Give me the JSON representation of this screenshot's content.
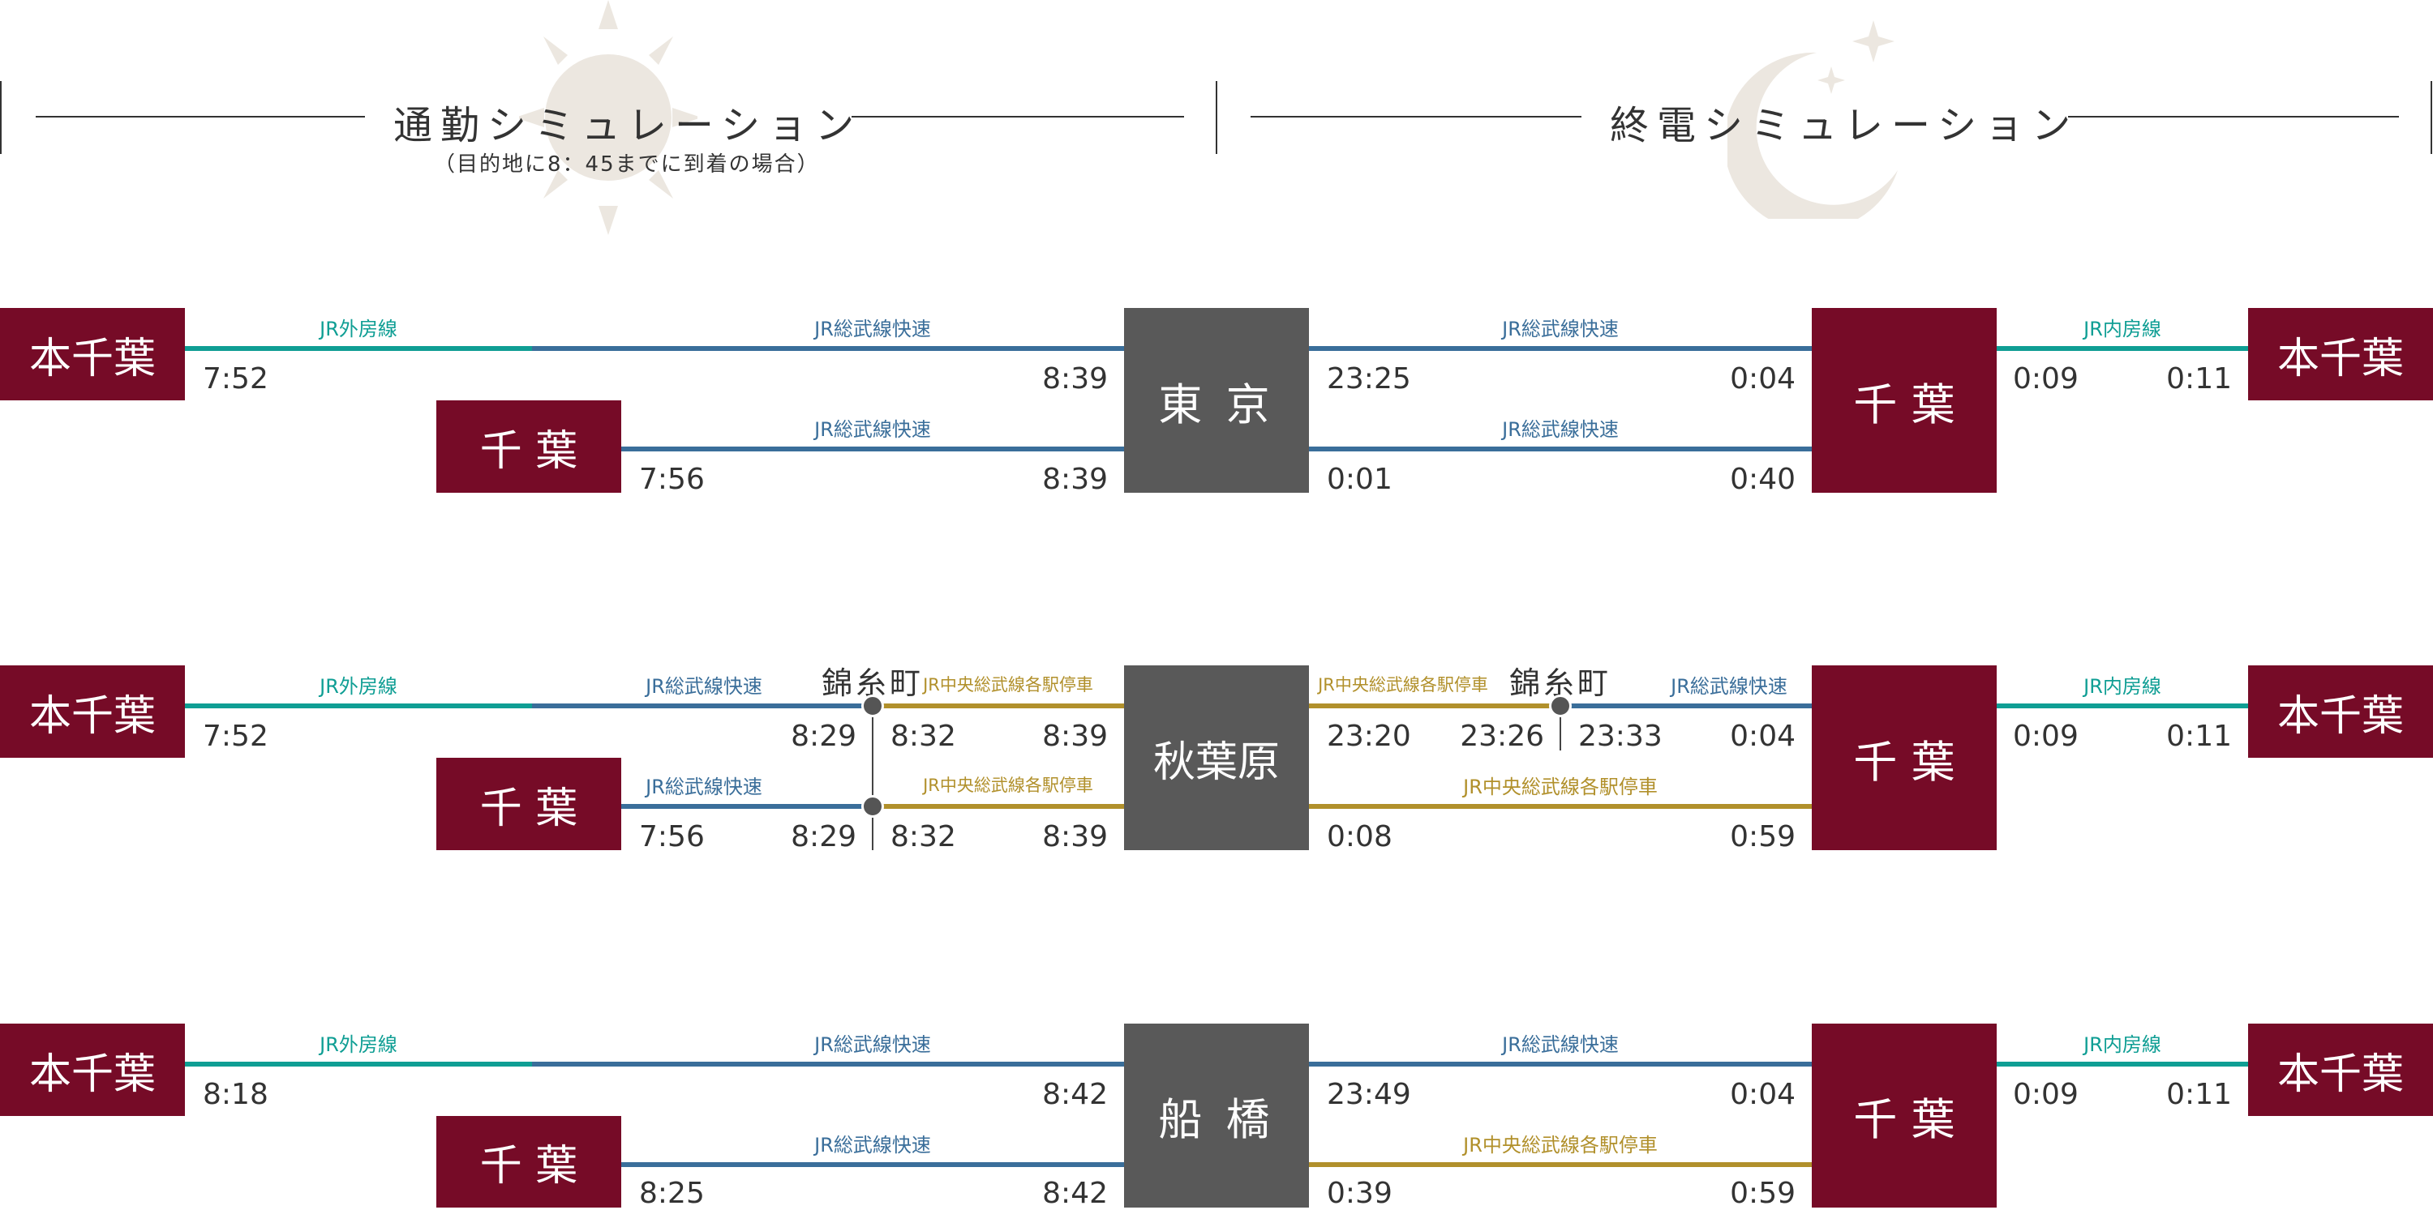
{
  "headings": {
    "commute_title": "通勤シミュレーション",
    "commute_note": "（目的地に8：45までに到着の場合）",
    "lasttrain_title": "終電シミュレーション"
  },
  "icons": {
    "commute": "sun-icon",
    "lasttrain": "moon-icon"
  },
  "colors": {
    "station": "#760b27",
    "hub": "#595959",
    "jr_sotobo": "#0f9e94",
    "jr_sobu": "#3a6e9a",
    "jr_chuo": "#b1902b"
  },
  "stations": {
    "honchiba": "本千葉",
    "chiba": "千 葉",
    "chiba_r": "千 葉"
  },
  "routes": [
    {
      "hub": "東 京",
      "top": {
        "labels": [
          "JR外房線",
          "JR総武線快速"
        ],
        "times": [
          "7:52",
          "8:39"
        ]
      },
      "bottom": {
        "labels": [
          "JR総武線快速"
        ],
        "times": [
          "7:56",
          "8:39"
        ]
      },
      "right_top": {
        "labels": [
          "JR総武線快速",
          "JR内房線"
        ],
        "times": [
          "23:25",
          "0:04",
          "0:09",
          "0:11"
        ]
      },
      "right_bottom": {
        "labels": [
          "JR総武線快速"
        ],
        "times": [
          "0:01",
          "0:40"
        ]
      }
    },
    {
      "hub": "秋葉原",
      "transfer_left": "錦糸町",
      "transfer_right": "錦糸町",
      "top": {
        "labels": [
          "JR外房線",
          "JR総武線快速",
          "JR中央総武線各駅停車"
        ],
        "times": [
          "7:52",
          "8:29",
          "8:32",
          "8:39"
        ]
      },
      "bottom": {
        "labels": [
          "JR総武線快速",
          "JR中央総武線各駅停車"
        ],
        "times": [
          "7:56",
          "8:29",
          "8:32",
          "8:39"
        ]
      },
      "right_top": {
        "labels": [
          "JR中央総武線各駅停車",
          "JR総武線快速",
          "JR内房線"
        ],
        "times": [
          "23:20",
          "23:26",
          "23:33",
          "0:04",
          "0:09",
          "0:11"
        ]
      },
      "right_bottom": {
        "labels": [
          "JR中央総武線各駅停車"
        ],
        "times": [
          "0:08",
          "0:59"
        ]
      }
    },
    {
      "hub": "船 橋",
      "top": {
        "labels": [
          "JR外房線",
          "JR総武線快速"
        ],
        "times": [
          "8:18",
          "8:42"
        ]
      },
      "bottom": {
        "labels": [
          "JR総武線快速"
        ],
        "times": [
          "8:25",
          "8:42"
        ]
      },
      "right_top": {
        "labels": [
          "JR総武線快速",
          "JR内房線"
        ],
        "times": [
          "23:49",
          "0:04",
          "0:09",
          "0:11"
        ]
      },
      "right_bottom": {
        "labels": [
          "JR中央総武線各駅停車"
        ],
        "times": [
          "0:39",
          "0:59"
        ]
      }
    }
  ]
}
